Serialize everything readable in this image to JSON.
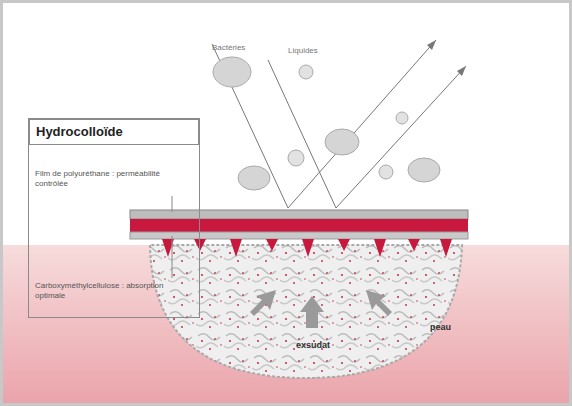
{
  "diagram": {
    "nodes": [
      {
        "text": [
          "Hydrocolloïde",
          "Film de polyuréthane : perméabilité contrôlée",
          "Carboxyméthylcellulose : absorption optimale"
        ]
      }
    ],
    "labels": [
      "Bactéries",
      "Liquides",
      "exsudat",
      "peau"
    ]
  }
}
